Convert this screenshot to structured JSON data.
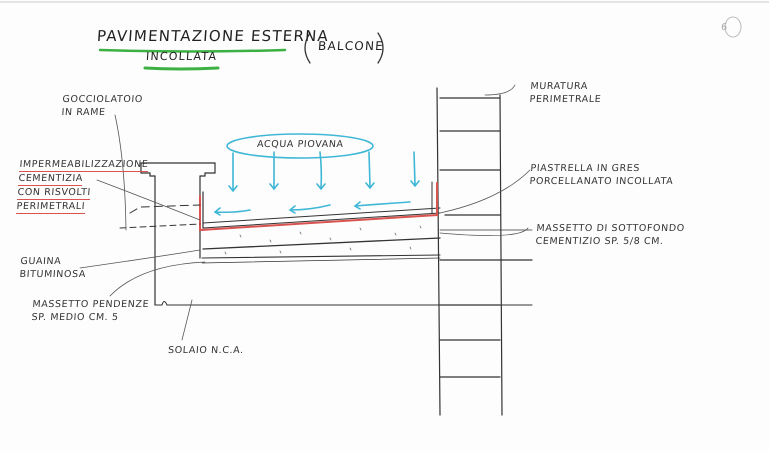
{
  "page_number": "6",
  "title": {
    "line1": "PAVIMENTAZIONE ESTERNA",
    "line2": "INCOLLATA",
    "note": "(BALCONE)"
  },
  "labels": {
    "gocciolatoio": [
      "GOCCIOLATOIO",
      "IN RAME"
    ],
    "impermeabilizzazione": [
      "IMPERMEABILIZZAZIONE",
      "CEMENTIZIA",
      "CON RISVOLTI",
      "PERIMETRALI"
    ],
    "guaina": [
      "GUAINA",
      "BITUMINOSA"
    ],
    "massetto_pendenze": [
      "MASSETTO PENDENZE",
      "SP. MEDIO CM. 5"
    ],
    "solaio": "SOLAIO N.C.A.",
    "acqua": "ACQUA PIOVANA",
    "muratura": [
      "MURATURA",
      "PERIMETRALE"
    ],
    "piastrella": [
      "PIASTRELLA IN GRES",
      "PORCELLANATO INCOLLATA"
    ],
    "massetto_sottofondo": [
      "MASSETTO DI SOTTOFONDO",
      "CEMENTIZIO SP. 5/8 CM."
    ]
  },
  "colors": {
    "water": "#3fb7d6",
    "waterproofing": "#d9534f",
    "highlight": "#3cb043",
    "ink": "#333333"
  }
}
